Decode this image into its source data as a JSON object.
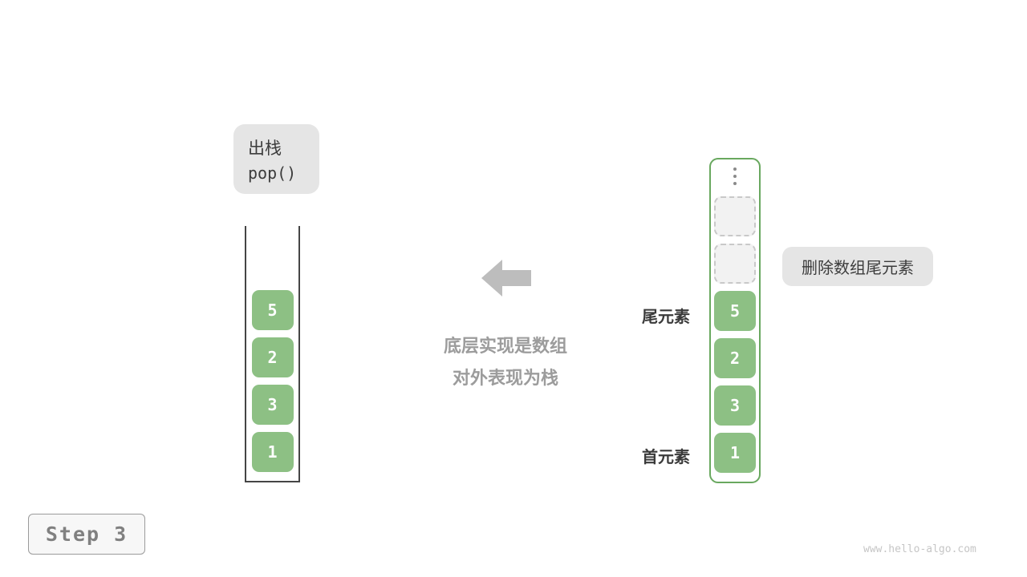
{
  "diagram": {
    "operation_badge": {
      "title": "出栈",
      "code": "pop()"
    },
    "center": {
      "caption_line1": "底层实现是数组",
      "caption_line2": "对外表现为栈"
    },
    "left_stack": {
      "values": [
        "5",
        "2",
        "3",
        "1"
      ]
    },
    "right_stack": {
      "values": [
        "5",
        "2",
        "3",
        "1"
      ],
      "empty_slot_count": 2
    },
    "labels": {
      "tail": "尾元素",
      "head": "首元素",
      "annotation": "删除数组尾元素"
    },
    "step_badge": "Step 3",
    "watermark": "www.hello-algo.com",
    "icons": {
      "arrow_left": "⬅",
      "vertical_ellipsis": "⋮"
    },
    "colors": {
      "cell_green": "#8dc084",
      "container_green_border": "#69a85f",
      "badge_gray": "#e5e5e5",
      "arrow_gray": "#bdbdbd",
      "caption_gray": "#9c9c9c"
    }
  }
}
